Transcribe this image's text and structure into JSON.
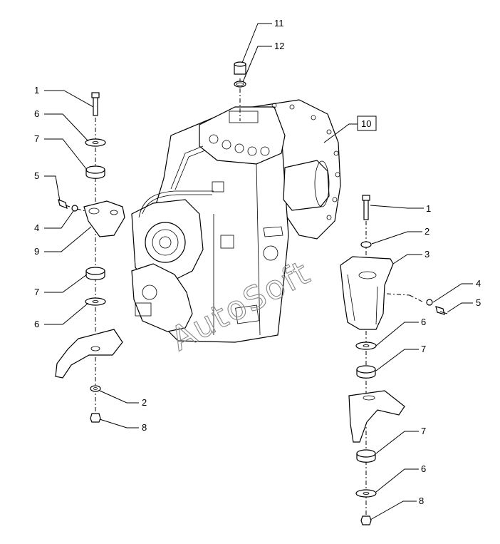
{
  "callouts": {
    "c1_left": "1",
    "c6_left_top": "6",
    "c7_left_top": "7",
    "c5_left": "5",
    "c4_left": "4",
    "c9_left": "9",
    "c7_left_bottom": "7",
    "c6_left_bottom": "6",
    "c2_left": "2",
    "c8_left": "8",
    "c11": "11",
    "c12": "12",
    "c10": "10",
    "c1_right": "1",
    "c2_right": "2",
    "c3_right": "3",
    "c4_right": "4",
    "c5_right": "5",
    "c6_right_top": "6",
    "c7_right_top": "7",
    "c7_right_bottom": "7",
    "c6_right_bottom": "6",
    "c8_right": "8"
  },
  "watermark": "AutoSoft"
}
